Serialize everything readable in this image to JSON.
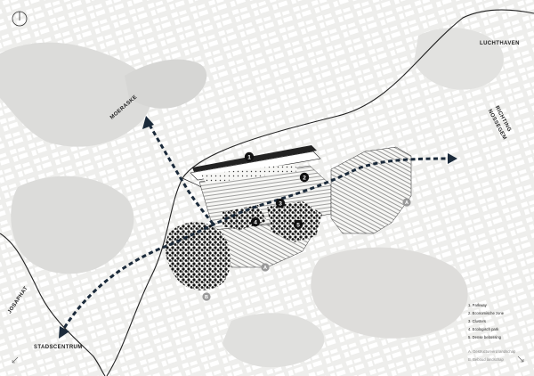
{
  "places": {
    "luchthaven": "LUCHTHAVEN",
    "richting_nossegem": [
      "RICHTING",
      "NOSSEGEM"
    ],
    "moeraske": "MOERASKE",
    "josaphat": "JOSAPHAT",
    "stadscentrum": "STADSCENTRUM"
  },
  "markers": [
    "1",
    "2",
    "3",
    "4",
    "5"
  ],
  "zone_letters": [
    "A",
    "A",
    "B"
  ],
  "legend": {
    "items": [
      "1. Parkway",
      "2. Economische zone",
      "3. Clusters",
      "4. Ecologisch park",
      "5. Dense bebossing"
    ],
    "subs": [
      "A. Gestructureerd landschap",
      "B. Beboud landschap"
    ]
  },
  "colors": {
    "background": "#eeeeec",
    "buildings": "#ffffff",
    "green_areas": "#dddddb",
    "roads": "#222222",
    "route_dashed": "#1b2a3a",
    "trees": "#111111"
  },
  "icons": {
    "north": "north-arrow-icon",
    "corner_arrows": "direction-arrow-icon"
  }
}
